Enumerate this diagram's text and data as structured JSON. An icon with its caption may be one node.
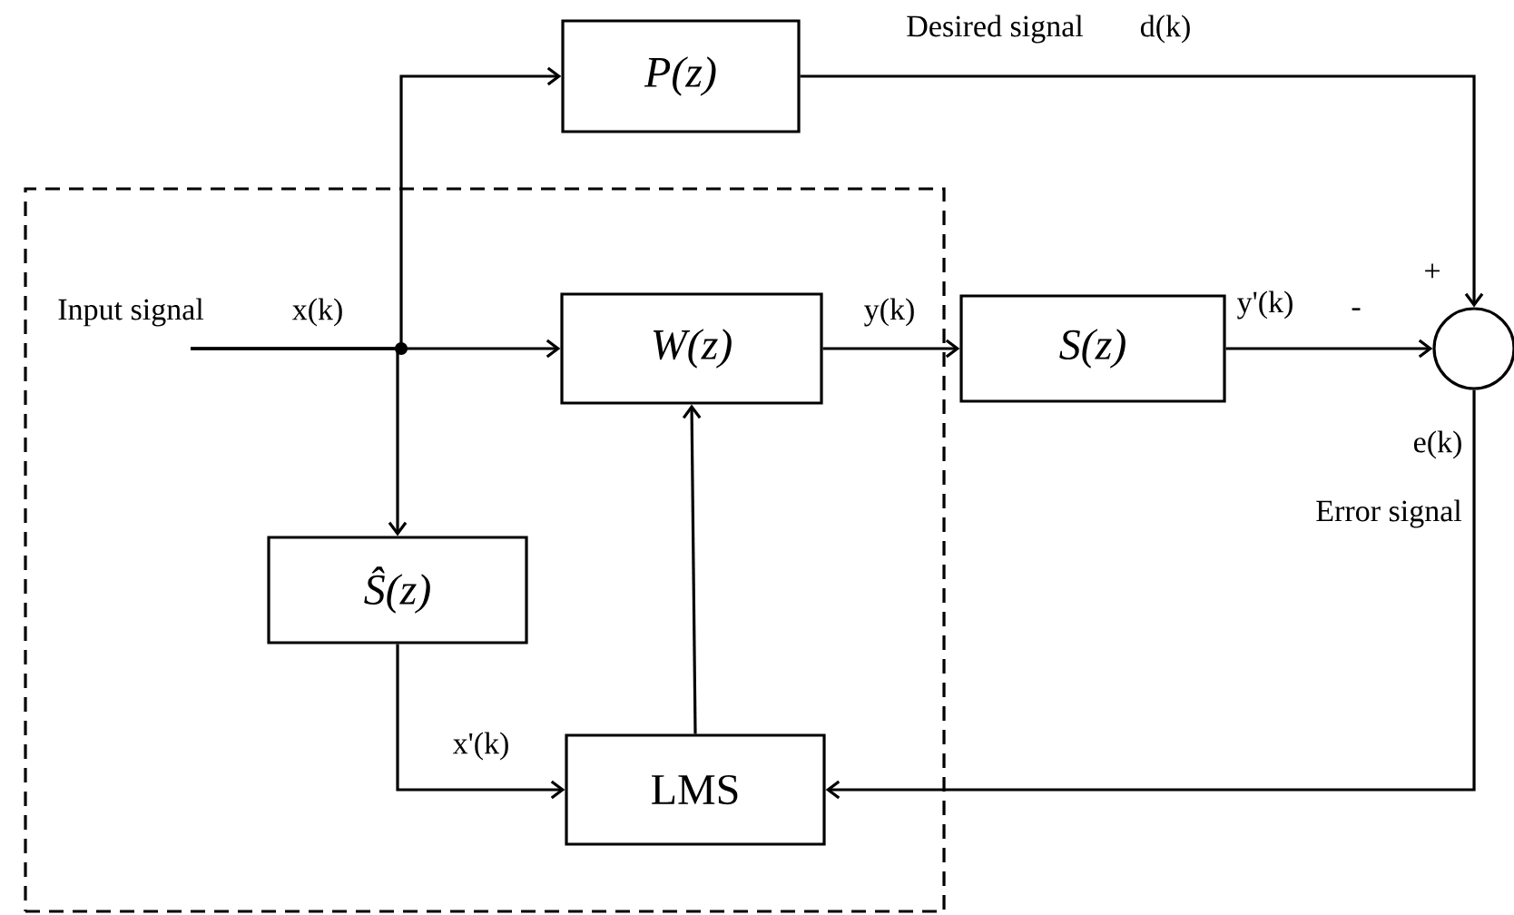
{
  "diagram": {
    "nodes": [
      {
        "text": [],
        "shape": "box"
      },
      {
        "text": [
          "P(z)"
        ]
      },
      {
        "text": [
          "W(z)"
        ],
        "in": 0
      },
      {
        "text": [
          "S(z)"
        ]
      },
      {
        "text": [],
        "shape": "circle"
      },
      {
        "text": [
          "Ŝ(z)"
        ],
        "in": 0
      },
      {
        "text": [
          "LMS"
        ],
        "in": 0
      }
    ],
    "edges": [
      {
        "from": null,
        "to": 1,
        "arrow": "to"
      },
      {
        "from": null,
        "to": 2,
        "arrow": "to"
      },
      {
        "from": null,
        "to": 5,
        "arrow": "to"
      },
      {
        "from": 1,
        "to": 4,
        "arrow": "to"
      },
      {
        "from": 2,
        "to": 3,
        "arrow": "to",
        "label": "y(k)"
      },
      {
        "from": 3,
        "to": 4,
        "arrow": "to",
        "label": "y'(k)"
      },
      {
        "from": 4,
        "to": 6,
        "arrow": "to"
      },
      {
        "from": 5,
        "to": 6,
        "arrow": "to",
        "label": "x'(k)"
      },
      {
        "from": 6,
        "to": 2,
        "arrow": "to"
      }
    ],
    "labels": [
      "Desired signal",
      "d(k)",
      "Input signal",
      "x(k)",
      "+",
      "-",
      "e(k)",
      "Error signal"
    ]
  }
}
